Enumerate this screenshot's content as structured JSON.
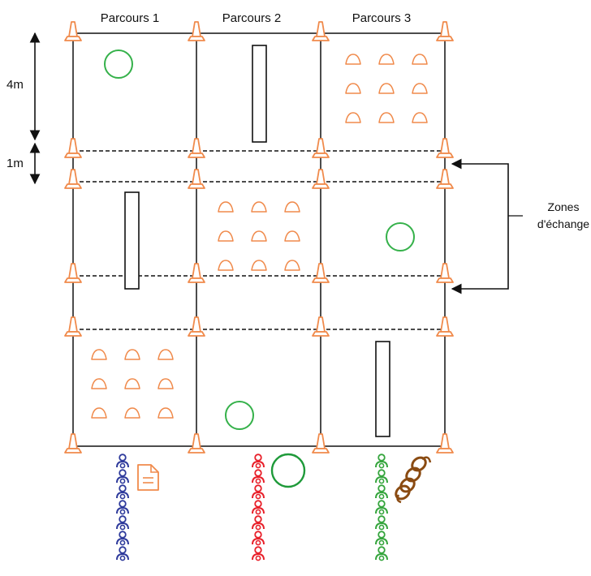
{
  "courses": [
    {
      "title": "Parcours 1",
      "team_color": "#2f3b9c",
      "item": "document-icon"
    },
    {
      "title": "Parcours 2",
      "team_color": "#e8202a",
      "item": "hoop-icon"
    },
    {
      "title": "Parcours 3",
      "team_color": "#35a53d",
      "item": "rope-icon"
    }
  ],
  "dimensions": {
    "lane": "4m",
    "exchange": "1m"
  },
  "exchange_zones_label": {
    "line1": "Zones",
    "line2": "d'échange"
  },
  "colors": {
    "cone": "#f08a4b",
    "hoop": "#35b14a",
    "line": "#111111",
    "document": "#f08a4b",
    "rope": "#8a4b12"
  },
  "team_size": 7
}
